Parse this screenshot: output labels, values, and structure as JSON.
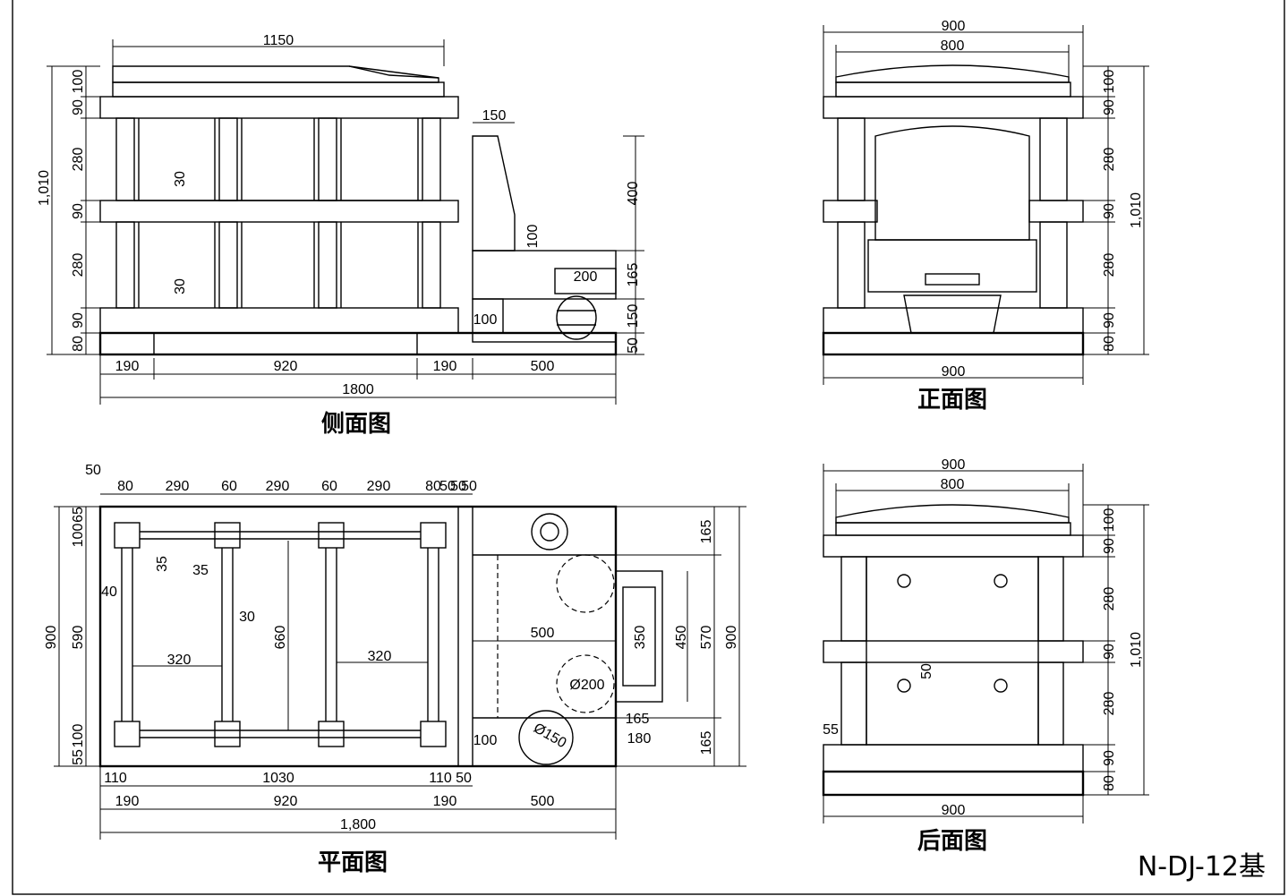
{
  "titles": {
    "side": "侧面图",
    "front": "正面图",
    "plan": "平面图",
    "back": "后面图"
  },
  "model_code": "N-DJ-12基",
  "side": {
    "top": [
      "1150"
    ],
    "left": [
      "1,010",
      "100",
      "90",
      "280",
      "90",
      "280",
      "90",
      "80"
    ],
    "inner": [
      "30",
      "30",
      "150",
      "100",
      "200",
      "100"
    ],
    "right": [
      "400",
      "165",
      "150",
      "50"
    ],
    "bottom": [
      "190",
      "920",
      "190",
      "500",
      "1800"
    ]
  },
  "front": {
    "top": [
      "900",
      "800"
    ],
    "right": [
      "100",
      "90",
      "280",
      "90",
      "280",
      "90",
      "80",
      "1,010"
    ],
    "bottom": [
      "900"
    ]
  },
  "plan": {
    "top": [
      "50",
      "80",
      "290",
      "60",
      "290",
      "60",
      "290",
      "80",
      "50",
      "50",
      "50"
    ],
    "left": [
      "900",
      "100",
      "65",
      "590",
      "100",
      "55"
    ],
    "inner": [
      "35",
      "35",
      "40",
      "30",
      "320",
      "660",
      "320",
      "500",
      "350",
      "Ø200",
      "Ø150",
      "100"
    ],
    "right": [
      "165",
      "450",
      "570",
      "900",
      "165",
      "165",
      "180"
    ],
    "bottom": [
      "110",
      "1030",
      "110",
      "50",
      "190",
      "920",
      "190",
      "500",
      "1,800"
    ]
  },
  "back": {
    "top": [
      "900",
      "800"
    ],
    "right": [
      "100",
      "90",
      "280",
      "90",
      "280",
      "90",
      "80",
      "1,010"
    ],
    "inner": [
      "50",
      "55"
    ],
    "bottom": [
      "900"
    ]
  }
}
